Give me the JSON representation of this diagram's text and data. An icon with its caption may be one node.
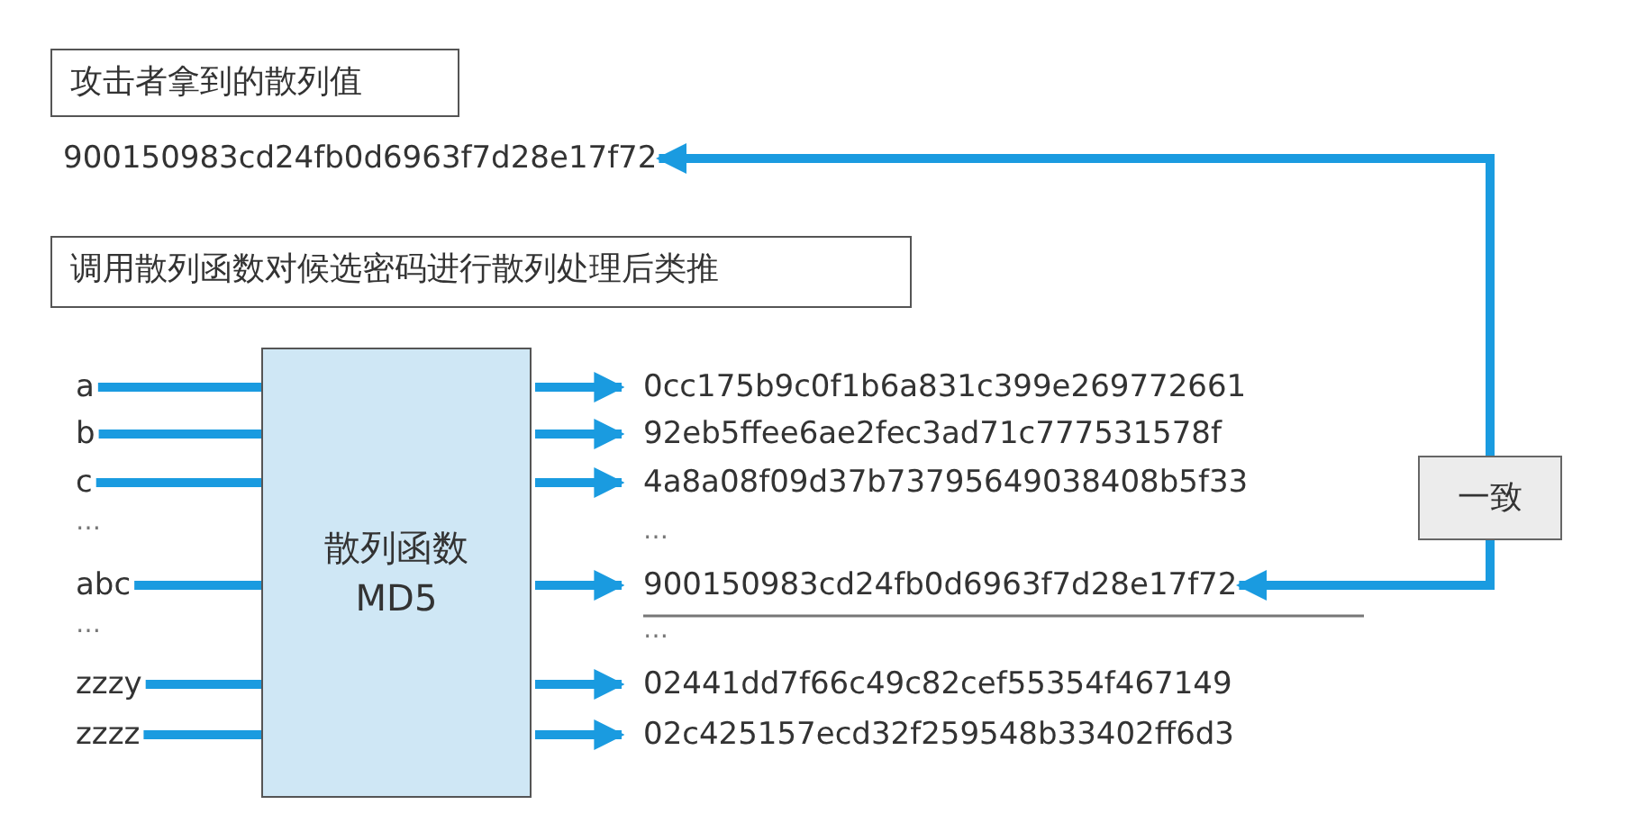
{
  "diagram": {
    "nodes": [
      {
        "text": [
          "攻击者拿到的散列值"
        ]
      },
      {
        "text": [
          "900150983cd24fb0d6963f7d28e17f72"
        ]
      },
      {
        "text": [
          "调用散列函数对候选密码进行散列处理后类推"
        ]
      },
      {
        "text": [
          "a"
        ]
      },
      {
        "text": [
          "b"
        ]
      },
      {
        "text": [
          "c"
        ]
      },
      {
        "text": [
          "abc"
        ]
      },
      {
        "text": [
          "zzzy"
        ]
      },
      {
        "text": [
          "zzzz"
        ]
      },
      {
        "text": [
          "散列函数 MD5"
        ]
      },
      {
        "text": [
          "0cc175b9c0f1b6a831c399e269772661"
        ]
      },
      {
        "text": [
          "92eb5ffee6ae2fec3ad71c777531578f"
        ]
      },
      {
        "text": [
          "4a8a08f09d37b73795649038408b5f33"
        ]
      },
      {
        "text": [
          "900150983cd24fb0d6963f7d28e17f72"
        ]
      },
      {
        "text": [
          "02441dd7f66c49c82cef55354f467149"
        ]
      },
      {
        "text": [
          "02c425157ecd32f259548b33402ff6d3"
        ]
      },
      {
        "text": [
          "一致"
        ]
      }
    ],
    "edges": [
      {
        "from": 3,
        "to": 9,
        "arrow": "none"
      },
      {
        "from": 4,
        "to": 9,
        "arrow": "none"
      },
      {
        "from": 5,
        "to": 9,
        "arrow": "none"
      },
      {
        "from": 6,
        "to": 9,
        "arrow": "none"
      },
      {
        "from": 7,
        "to": 9,
        "arrow": "none"
      },
      {
        "from": 8,
        "to": 9,
        "arrow": "none"
      },
      {
        "from": 9,
        "to": 10,
        "arrow": "to"
      },
      {
        "from": 9,
        "to": 11,
        "arrow": "to"
      },
      {
        "from": 9,
        "to": 12,
        "arrow": "to"
      },
      {
        "from": 9,
        "to": 13,
        "arrow": "to"
      },
      {
        "from": 9,
        "to": 14,
        "arrow": "to"
      },
      {
        "from": 9,
        "to": 15,
        "arrow": "to"
      },
      {
        "from": 16,
        "to": 1,
        "arrow": "to"
      },
      {
        "from": 16,
        "to": 13,
        "arrow": "to"
      }
    ],
    "labels": [
      "…",
      "…",
      "…",
      "…"
    ]
  }
}
